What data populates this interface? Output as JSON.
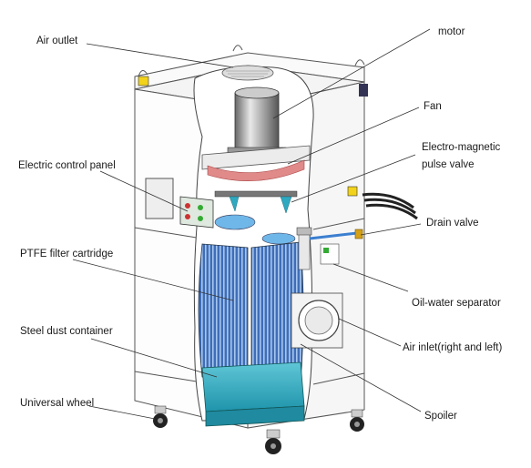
{
  "labels": {
    "air_outlet": "Air outlet",
    "motor": "motor",
    "fan": "Fan",
    "electro_magnetic": "Electro-magnetic",
    "pulse_valve": "pulse valve",
    "electric_control_panel": "Electric control panel",
    "drain_valve": "Drain valve",
    "ptfe_filter_cartridge": "PTFE filter cartridge",
    "oil_water_separator": "Oil-water separator",
    "steel_dust_container": "Steel dust container",
    "air_inlet": "Air inlet(right and left)",
    "universal_wheel": "Universal wheel",
    "spoiler": "Spoiler"
  },
  "colors": {
    "filter_blue": "#4a78c0",
    "filter_stripe": "#9cc0ec",
    "tray_teal": "#2fa9c0",
    "fan_red": "#e08a8a",
    "warning_yellow": "#f2d21a"
  }
}
